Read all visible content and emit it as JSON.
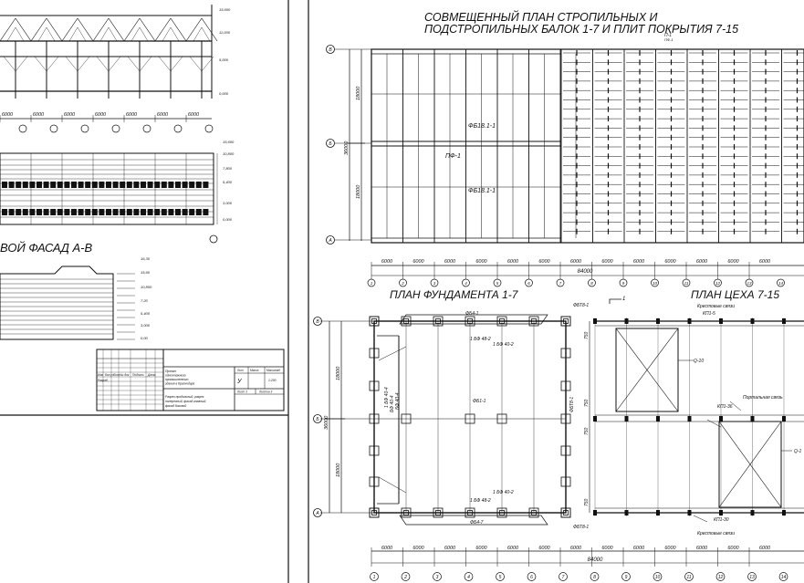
{
  "sheet_left": {
    "grid_spans": [
      "6000",
      "6000",
      "6000",
      "6000",
      "6000",
      "6000",
      "6000"
    ],
    "facade_title": "ВОЙ ФАСАД  А-В",
    "elevations_top": [
      "15,600",
      "11,000",
      "5,000",
      "0,000"
    ],
    "elevations_facade": [
      "15,600",
      "10,800",
      "7,800",
      "5,400",
      "3,000",
      "0,000"
    ],
    "elevations_side": [
      "16,30",
      "15,60",
      "10,800",
      "7,20",
      "5,400",
      "3,000",
      "0,00"
    ]
  },
  "title_block": {
    "project_lines": [
      "Проект",
      "одноэтажного",
      "промышленного",
      "здания в Краснодаре"
    ],
    "sheet_desc_lines": [
      "Разрез продольный, разрез",
      "поперечный, фасад главный,",
      "фасад боковой"
    ],
    "col_headers": [
      "Изм",
      "Кол.уч",
      "Лист",
      "№ док",
      "Подпись",
      "Дата"
    ],
    "role": "Разраб.",
    "stage_hdr": "Лит",
    "mass_hdr": "Масса",
    "scale_hdr": "Масштаб",
    "stage": "У",
    "scale": "1:200",
    "sheet": "Лист 3",
    "sheets": "Листов 3"
  },
  "roof_plan": {
    "title_line1": "СОВМЕЩЕННЫЙ ПЛАН СТРОПИЛЬНЫХ И",
    "title_line2": "ПОДСТРОПИЛЬНЫХ БАЛОК 1-7 И ПЛИТ ПОКРЫТИЯ 7-15",
    "mark_top": "П-1",
    "mark_top2": "ПФ-1",
    "label_fb_1": "ФБ18.1-1",
    "label_pf": "ПФ-1",
    "label_fb_2": "ФБ18.1-1",
    "dim_total_v": "36000",
    "dim_v_1": "18000",
    "dim_v_2": "18000",
    "spans": [
      "6000",
      "6000",
      "6000",
      "6000",
      "6000",
      "6000",
      "6000",
      "6000",
      "6000",
      "6000",
      "6000",
      "6000",
      "6000"
    ],
    "dim_total_h": "84000",
    "axes_rows": [
      "В",
      "Б",
      "А"
    ],
    "axes_cols": [
      "1",
      "2",
      "3",
      "4",
      "5",
      "6",
      "7",
      "8",
      "9",
      "10",
      "11",
      "12",
      "13",
      "14"
    ]
  },
  "foundation_plan": {
    "title": "ПЛАН ФУНДАМЕНТА 1-7",
    "label_fb4_top": "ФБ4-1",
    "label_bf_top1": "1 БФ 48-2",
    "label_bf_top2": "1 БФ 40-2",
    "label_fb1": "ФБ1-1",
    "label_fbt8_top": "ФБТ8-1",
    "label_fbt8_mid": "ФБТ8-1",
    "label_bf_bot1": "1 БФ 48-2",
    "label_bf_bot2": "1 БФ 40-2",
    "label_fb4_bot": "ФБ4-7",
    "label_fbt8_bot": "ФБТ8-1",
    "label_left_a": "1 БФ 40-4",
    "label_left_b": "БФ 40-4",
    "label_left_c": "БФ 40-4",
    "axes_rows": [
      "В",
      "Б",
      "А"
    ],
    "axes_cols": [
      "1",
      "2",
      "3",
      "4",
      "5",
      "6",
      "7"
    ],
    "dim_total_v": "36000",
    "dim_v_1": "18000",
    "dim_v_2": "18000",
    "dim_750": [
      "750",
      "750",
      "750",
      "750"
    ]
  },
  "shop_plan": {
    "title": "ПЛАН ЦЕХА 7-15",
    "label_cross_top": "Крестовые связи",
    "label_kp1_5": "КП1-5",
    "label_q10": "Q-10",
    "label_portal": "Портальная связь",
    "label_kp1_36": "КП1-36",
    "label_q1": "Q-1",
    "label_kp1_30": "КП1-30",
    "label_cross_bot": "Крестовые связи",
    "section_mark": "1",
    "axes_cols": [
      "8",
      "9",
      "10",
      "11",
      "12",
      "13",
      "14"
    ],
    "bottom_spans": [
      "6000",
      "6000",
      "6000",
      "6000",
      "6000",
      "6000",
      "6000",
      "6000",
      "6000",
      "6000",
      "6000",
      "6000",
      "6000"
    ],
    "dim_total_h": "84000"
  }
}
